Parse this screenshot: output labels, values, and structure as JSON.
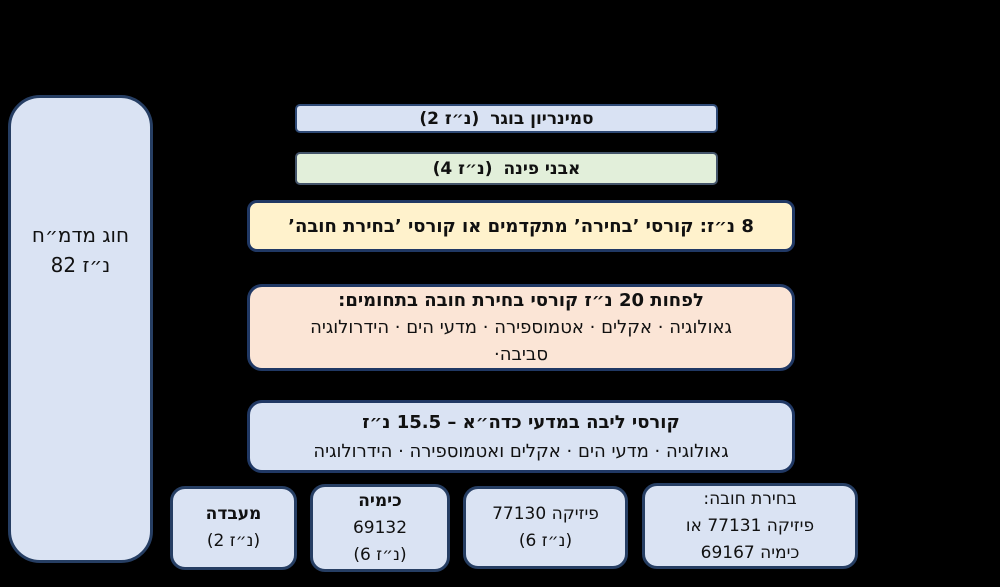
{
  "diagram": {
    "left_box": {
      "title": "חוג מדמ״ח",
      "credits": "82 נ״ז"
    },
    "seminar": {
      "title": "סמינריון בוגר",
      "credits": "(2 נ״ז)"
    },
    "cornerstones": {
      "title": "אבני פינה",
      "credits": "(4 נ״ז)"
    },
    "advanced_electives": {
      "text": "8 נ״ז: קורסי ’בחירה’ מתקדמים או קורסי ’בחירת חובה’"
    },
    "required_electives": {
      "title": "לפחות 20 נ״ז קורסי בחירת חובה בתחומים:",
      "line2": "גאולוגיה · אקלים · אטמוספירה · מדעי הים · הידרולוגיה",
      "line3": "סביבה·"
    },
    "core_courses": {
      "title": "קורסי ליבה במדעי כדה״א – 15.5 נ״ז",
      "line2": "גאולוגיה ·  מדעי הים · אקלים ואטמוספירה · הידרולוגיה"
    },
    "lab": {
      "title": "מעבדה",
      "credits": "(2 נ״ז)"
    },
    "chemistry": {
      "title": "כימיה",
      "code": "69132",
      "credits": "(6 נ״ז)"
    },
    "physics": {
      "title": "פיזיקה 77130",
      "credits": "(6 נ״ז)"
    },
    "required_choice": {
      "line1": "בחירת חובה:",
      "line2": "פיזיקה  77131 או",
      "line3": "כימיה 69167"
    }
  },
  "colors": {
    "background": "#000000",
    "light_blue_fill": "#dae3f3",
    "lavender_fill": "#d9e2f3",
    "green_fill": "#e2efda",
    "yellow_fill": "#fff2cc",
    "peach_fill": "#fbe5d6",
    "navy_border": "#203864",
    "slate_border": "#44546a",
    "text": "#111111"
  }
}
